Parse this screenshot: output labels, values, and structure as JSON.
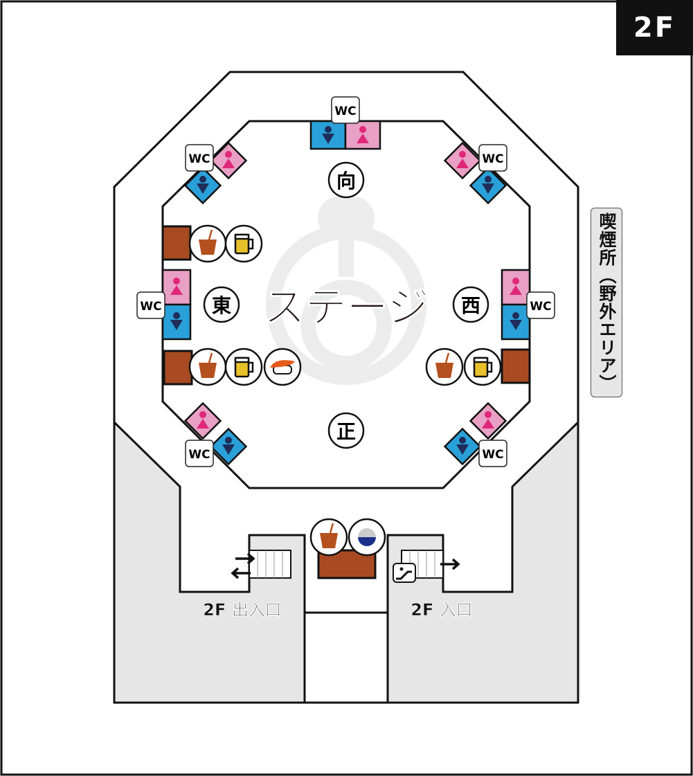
{
  "floor_label": "2F",
  "stage_label": "ステージ",
  "directions": {
    "north": "向",
    "east": "東",
    "west": "西",
    "south": "正"
  },
  "wc_label": "WC",
  "smoking_area_label": "喫煙所（野外エリア）",
  "exits": {
    "left": "2F 出入口",
    "right": "2F 入口"
  },
  "colors": {
    "female": "#e8a0c4",
    "male": "#2aa0d8",
    "shop": "#a84b22",
    "zone_gray": "#e6e6e6"
  }
}
